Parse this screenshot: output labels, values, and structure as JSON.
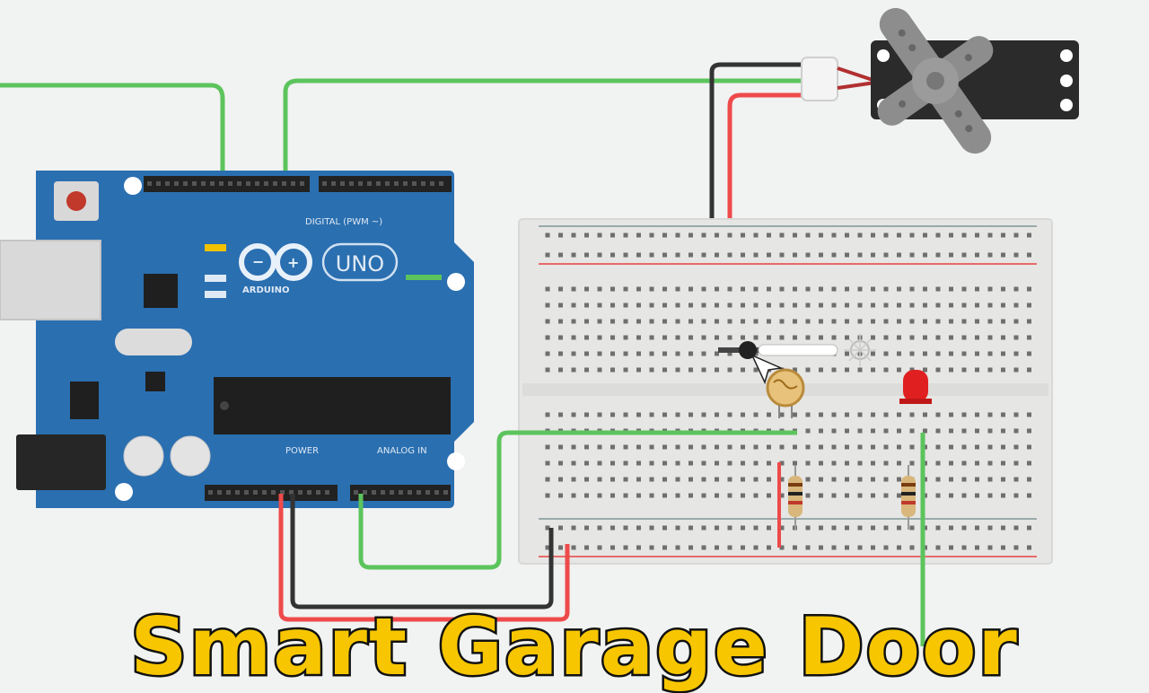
{
  "arduino": {
    "model": "UNO",
    "brand": "ARDUINO",
    "header_digital": "DIGITAL (PWM ~)",
    "header_power": "POWER",
    "header_analog": "ANALOG IN"
  },
  "caption": {
    "text": "Smart Garage Door"
  },
  "colors": {
    "background": "#f1f2f2",
    "board_blue": "#2a6fb0",
    "breadboard": "#e6e6e4",
    "wire_green": "#5cc45c",
    "wire_red": "#ee4a4a",
    "wire_black": "#333333",
    "caption_fill": "#f7c600"
  },
  "components": {
    "servo": "servo-motor",
    "led": "red-led",
    "sensor": "photoresistor",
    "resistors": 2
  }
}
